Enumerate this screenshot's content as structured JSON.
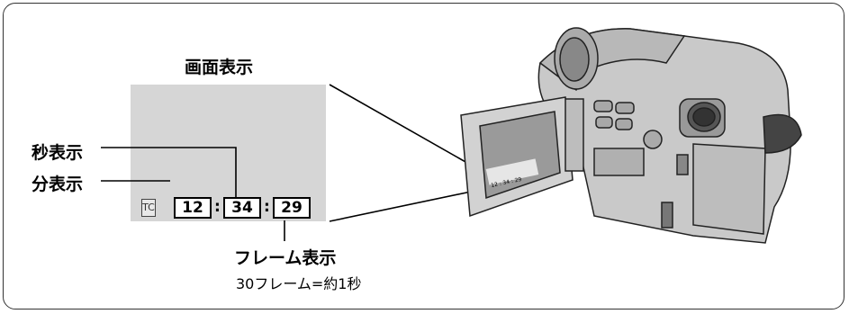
{
  "labels": {
    "screen_display": "画面表示",
    "seconds_display": "秒表示",
    "minutes_display": "分表示",
    "frame_display": "フレーム表示",
    "frame_note": "30フレーム=約1秒"
  },
  "timecode": {
    "icon": "TC",
    "minutes": "12",
    "seconds": "34",
    "frames": "29",
    "separator": ":",
    "mini_readout": "12 : 34 : 29"
  },
  "colors": {
    "screen_gray": "#d6d6d6",
    "camera_body": "#c9c9c9",
    "line": "#000000"
  },
  "icons": [
    "timecode-icon",
    "camcorder-illustration"
  ]
}
